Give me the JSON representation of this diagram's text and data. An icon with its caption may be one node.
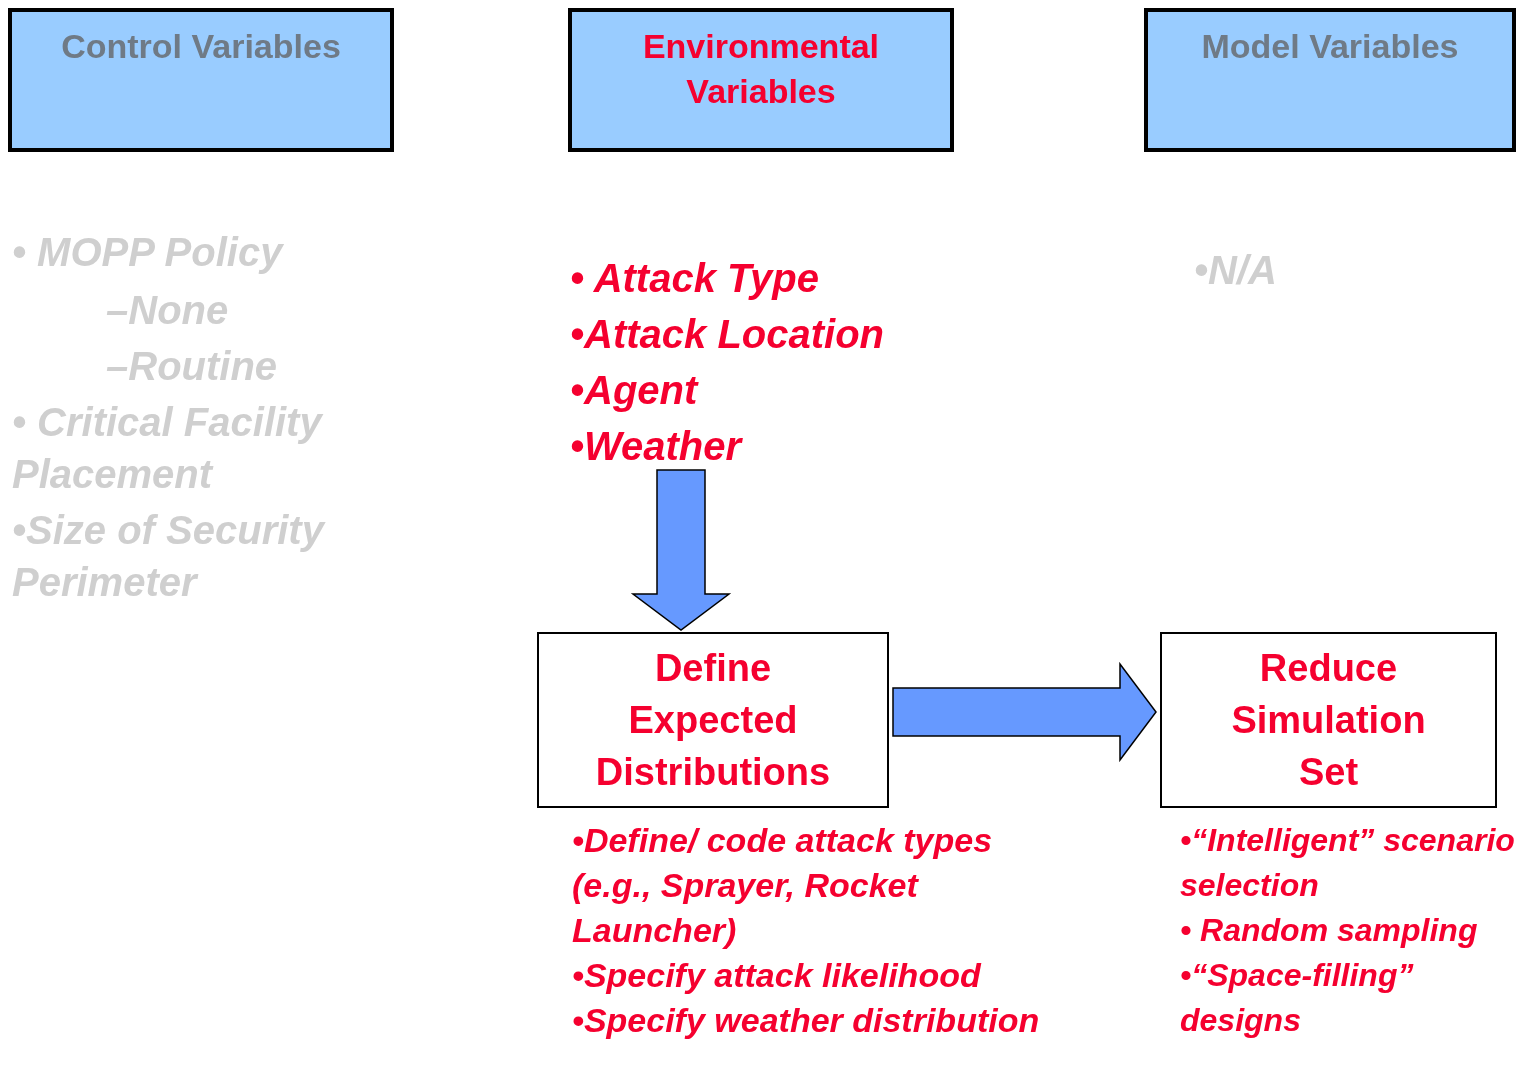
{
  "diagram": {
    "nodes": [
      {
        "text": [
          "Control Variables"
        ]
      },
      {
        "text": [
          "Environmental Variables"
        ]
      },
      {
        "text": [
          "Model Variables"
        ]
      },
      {
        "text": [
          "• Attack Type",
          "•Attack Location",
          "•Agent",
          "•Weather"
        ]
      },
      {
        "text": [
          "Define Expected Distributions"
        ],
        "beside": [
          "•Define/ code attack types (e.g., Sprayer, Rocket Launcher)",
          "•Specify attack likelihood",
          "•Specify weather distribution"
        ]
      },
      {
        "text": [
          "Reduce Simulation Set"
        ],
        "beside": [
          "•“Intelligent” scenario selection",
          "• Random sampling",
          "•“Space-filling” designs"
        ]
      }
    ],
    "edges": [
      {
        "from": 3,
        "to": 4,
        "arrow": "to"
      },
      {
        "from": 4,
        "to": 5,
        "arrow": "to"
      }
    ],
    "labels": [
      "• MOPP Policy",
      "–None",
      "–Routine",
      "• Critical Facility Placement",
      "•Size of Security Perimeter",
      "•N/A"
    ]
  }
}
